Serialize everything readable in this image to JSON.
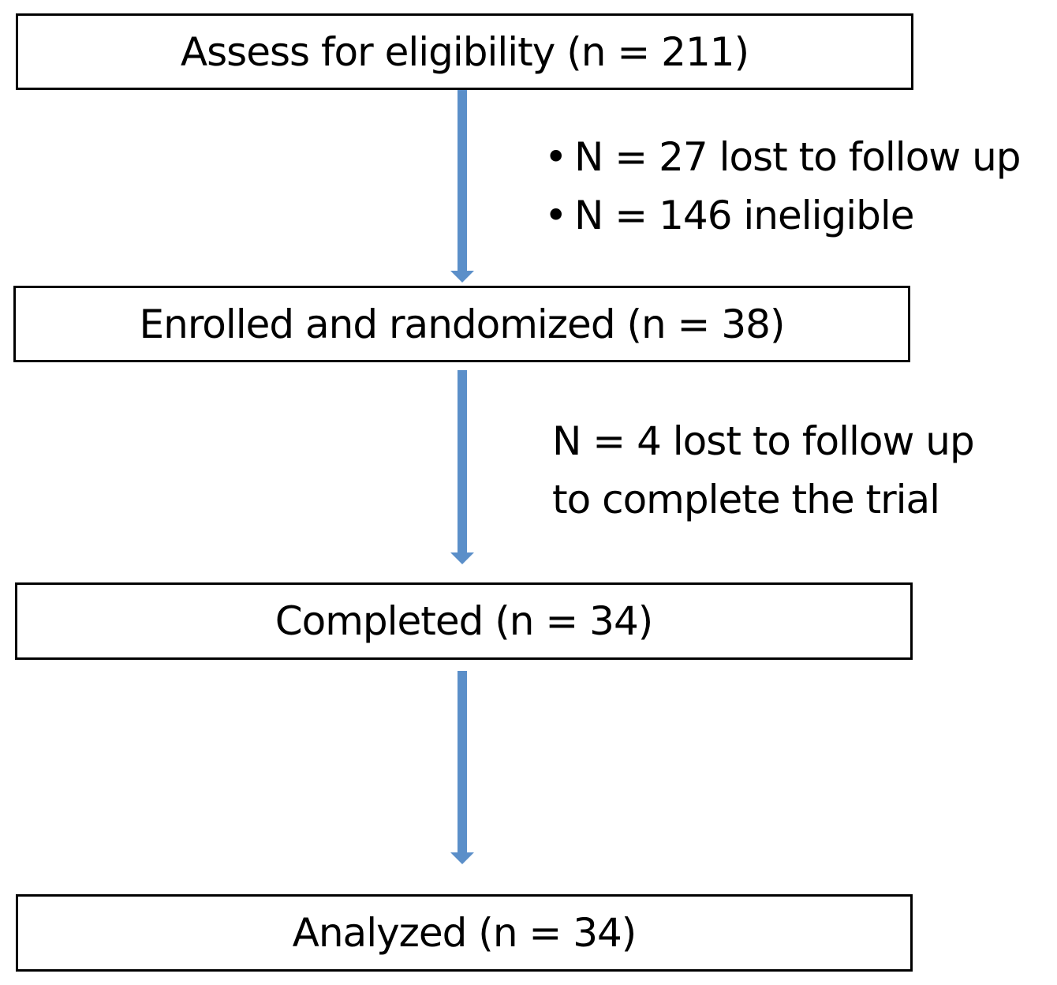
{
  "boxes": {
    "assess": "Assess for eligibility (n = 211)",
    "enrolled": "Enrolled and randomized (n = 38)",
    "completed": "Completed (n = 34)",
    "analyzed": "Analyzed (n = 34)"
  },
  "exclusions_1": {
    "bullet": "•",
    "items": [
      "N = 27 lost to follow up",
      "N = 146 ineligible"
    ]
  },
  "exclusions_2": {
    "lines": [
      "N = 4 lost to follow up",
      "to complete the trial"
    ]
  },
  "colors": {
    "arrow": "#5b8fc9",
    "box_border": "#000000"
  }
}
